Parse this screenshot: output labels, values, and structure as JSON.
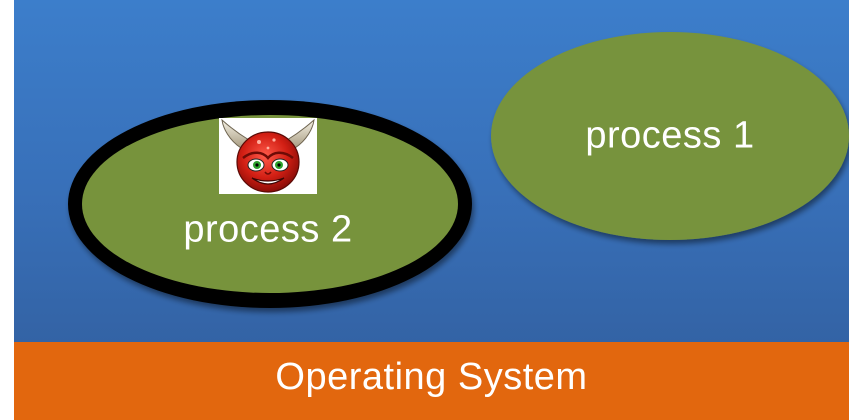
{
  "os_label": "Operating System",
  "processes": [
    {
      "label": "process 1",
      "fill": "#77933c",
      "isolated": false
    },
    {
      "label": "process 2",
      "fill": "#77933c",
      "isolated": true,
      "icon": "devil-face-icon"
    }
  ],
  "colors": {
    "user_space": "#3a75c1",
    "os_bar": "#e2670e",
    "process_fill": "#77933c",
    "isolation_ring": "#000000",
    "text": "#ffffff"
  }
}
